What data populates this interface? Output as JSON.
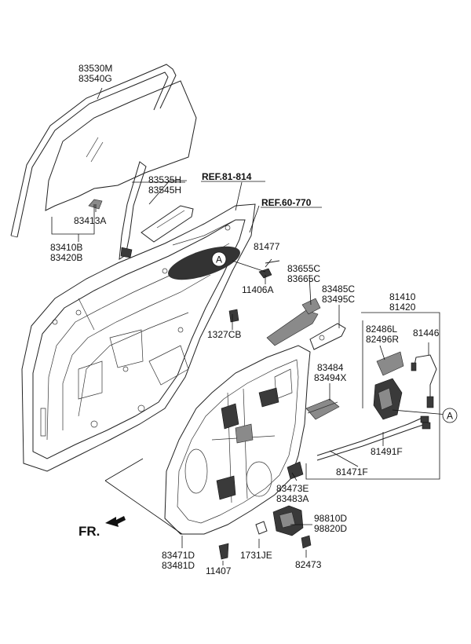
{
  "labels": {
    "p83530M": "83530M",
    "p83540G": "83540G",
    "p83535H": "83535H",
    "p83545H": "83545H",
    "ref81": "REF.81-814",
    "ref60": "REF.60-770",
    "p83413A": "83413A",
    "p83410B": "83410B",
    "p83420B": "83420B",
    "p81477": "81477",
    "p11406A": "11406A",
    "p83655C": "83655C",
    "p83665C": "83665C",
    "p83485C": "83485C",
    "p83495C": "83495C",
    "p81410": "81410",
    "p81420": "81420",
    "p82486L": "82486L",
    "p82496R": "82496R",
    "p81446": "81446",
    "p1327CB": "1327CB",
    "p83484": "83484",
    "p83494X": "83494X",
    "p81491F": "81491F",
    "p81471F": "81471F",
    "p83473E": "83473E",
    "p83483A": "83483A",
    "p98810D": "98810D",
    "p98820D": "98820D",
    "p83471D": "83471D",
    "p83481D": "83481D",
    "p1731JE": "1731JE",
    "p11407": "11407",
    "p82473": "82473",
    "calloutA1": "A",
    "calloutA2": "A",
    "front": "FR."
  }
}
